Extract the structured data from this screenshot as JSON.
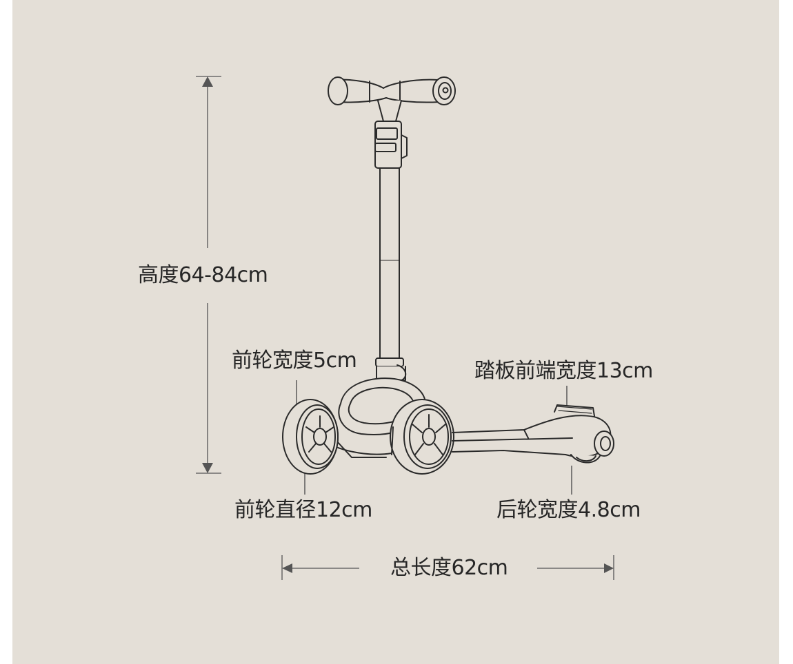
{
  "labels": {
    "height": "高度64-84cm",
    "front_wheel_width": "前轮宽度5cm",
    "deck_front_width": "踏板前端宽度13cm",
    "front_wheel_diameter": "前轮直径12cm",
    "rear_wheel_width": "后轮宽度4.8cm",
    "total_length": "总长度62cm"
  },
  "colors": {
    "background": "#e4dfd7",
    "line": "#2a2a2a",
    "dimension": "#555555",
    "text": "#262626"
  }
}
